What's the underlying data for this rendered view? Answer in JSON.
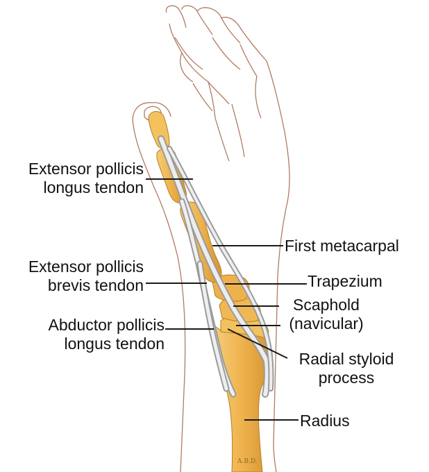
{
  "labels": {
    "epl": [
      "Extensor pollicis",
      "longus tendon"
    ],
    "first_metacarpal": "First metacarpal",
    "epb": [
      "Extensor pollicis",
      "brevis tendon"
    ],
    "trapezium": "Trapezium",
    "apl": [
      "Abductor pollicis",
      "longus tendon"
    ],
    "scaphoid": [
      "Scaphold",
      "(navicular)"
    ],
    "radial_styloid": [
      "Radial styloid",
      "process"
    ],
    "radius": "Radius"
  },
  "signature": "A.B.D.",
  "colors": {
    "bone": "#eeb24c",
    "bone_dark": "#c98a26",
    "bone_light": "#f8d488",
    "tendon": "#d9d9d9",
    "tendon_edge": "#8c8c8c",
    "outline": "#b07a62",
    "leader": "#1a1a1a"
  }
}
